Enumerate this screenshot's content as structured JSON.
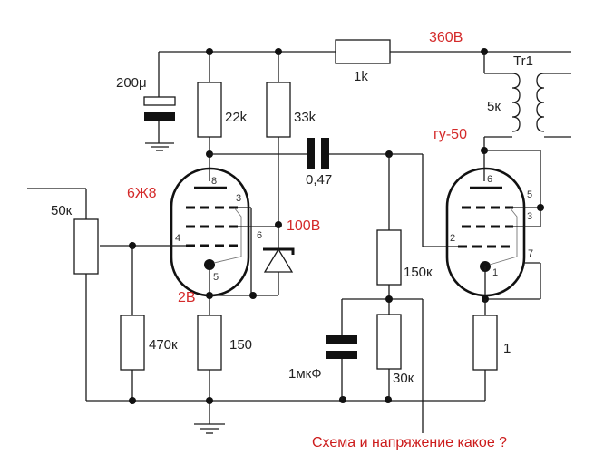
{
  "diagram": {
    "caption": "Схема и напряжение какое ?",
    "voltages": {
      "supply": "360В",
      "screen": "100В",
      "cathode": "2В"
    },
    "tubes": {
      "driver": "6Ж8",
      "output": "гу-50"
    },
    "transformer": {
      "name": "Tr1",
      "primary_impedance": "5к"
    },
    "components": {
      "c_filter": "200μ",
      "r_anode": "22k",
      "r_screen": "33k",
      "r_dropper": "1k",
      "c_coupling": "0,47",
      "pot_input": "50к",
      "r_grid_leak": "470к",
      "r_cathode": "150",
      "c_bias": "1мкФ",
      "r_grid_upper": "150к",
      "r_grid_lower": "30к",
      "r_output_cathode": "1"
    },
    "pins": {
      "driver": {
        "anode": "8",
        "g2": "3",
        "g1": "4",
        "cathode": "5",
        "g3": "6"
      },
      "output": {
        "anode": "6",
        "g2": "5",
        "g3": "3",
        "g1": "2",
        "k": "1",
        "aux": "7"
      }
    }
  }
}
